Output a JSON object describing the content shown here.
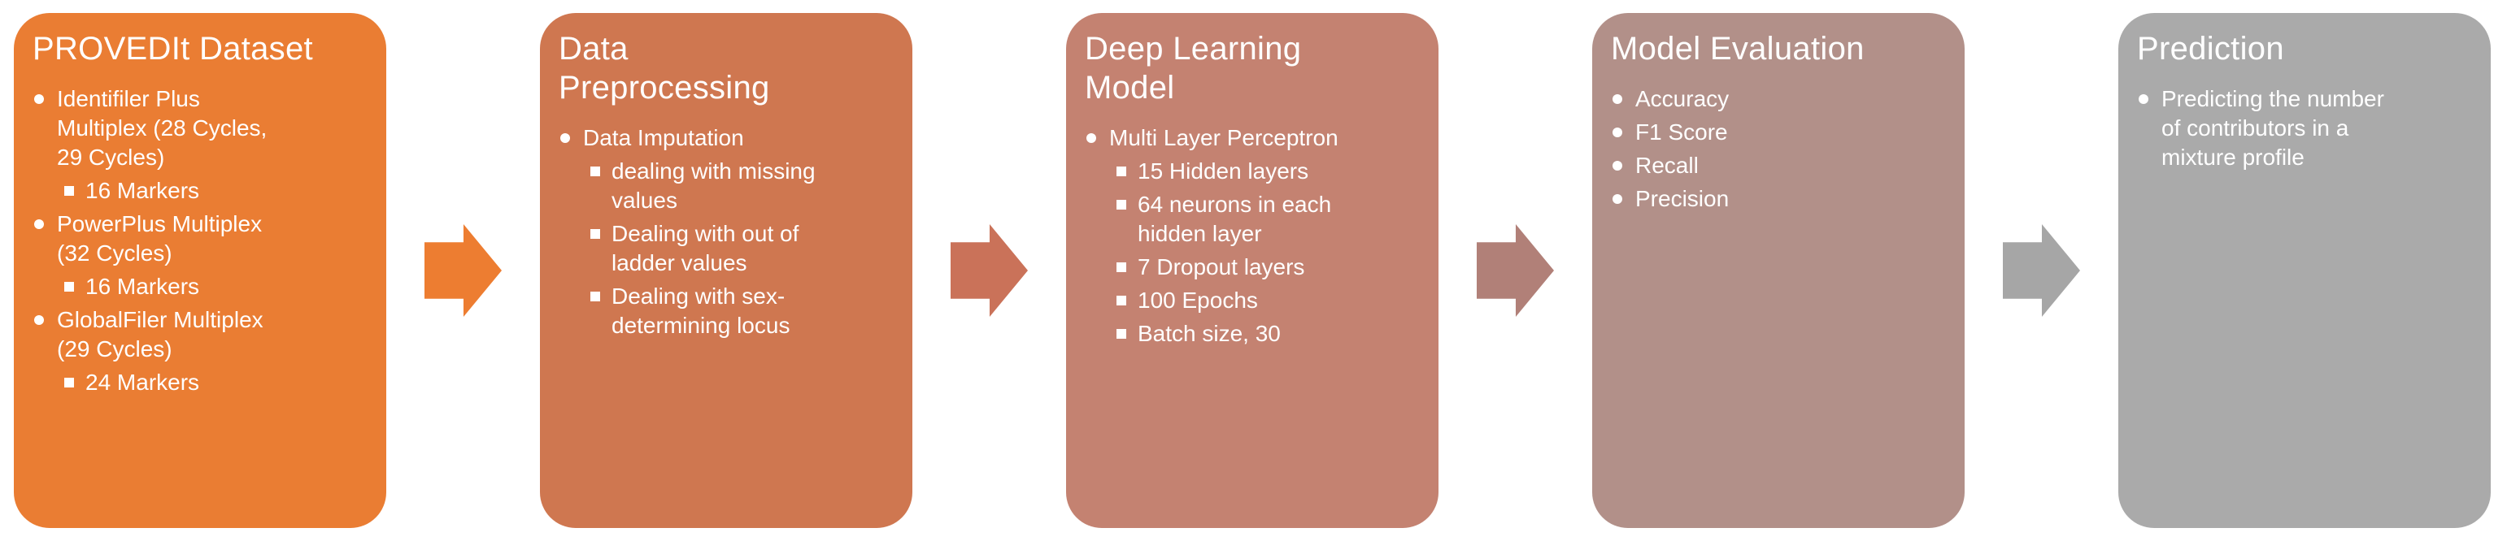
{
  "diagram": {
    "type": "process-flow",
    "background": "#ffffff",
    "text_color": "#ffffff",
    "bullet_styles": {
      "level1": "dot",
      "level2": "square"
    },
    "steps": [
      {
        "title": "PROVEDIt Dataset",
        "color": "#EA7D33",
        "items": [
          {
            "level": 1,
            "text": "Identifiler Plus\nMultiplex (28 Cycles,\n29 Cycles)"
          },
          {
            "level": 2,
            "text": "16 Markers"
          },
          {
            "level": 1,
            "text": "PowerPlus Multiplex\n(32 Cycles)"
          },
          {
            "level": 2,
            "text": "16 Markers"
          },
          {
            "level": 1,
            "text": "GlobalFiler Multiplex\n(29 Cycles)"
          },
          {
            "level": 2,
            "text": "24 Markers"
          }
        ]
      },
      {
        "title": "Data\nPreprocessing",
        "color": "#CF7750",
        "items": [
          {
            "level": 1,
            "text": "Data Imputation"
          },
          {
            "level": 2,
            "text": "dealing with missing\nvalues"
          },
          {
            "level": 2,
            "text": "Dealing with out of\nladder values"
          },
          {
            "level": 2,
            "text": "Dealing with sex-\ndetermining locus"
          }
        ]
      },
      {
        "title": "Deep Learning\nModel",
        "color": "#C48271",
        "items": [
          {
            "level": 1,
            "text": "Multi Layer Perceptron"
          },
          {
            "level": 2,
            "text": "15 Hidden layers"
          },
          {
            "level": 2,
            "text": "64 neurons in each\nhidden layer"
          },
          {
            "level": 2,
            "text": "7 Dropout layers"
          },
          {
            "level": 2,
            "text": "100 Epochs"
          },
          {
            "level": 2,
            "text": "Batch size, 30"
          }
        ]
      },
      {
        "title": "Model Evaluation",
        "color": "#B29089",
        "items": [
          {
            "level": 1,
            "text": "Accuracy"
          },
          {
            "level": 1,
            "text": "F1 Score"
          },
          {
            "level": 1,
            "text": "Recall"
          },
          {
            "level": 1,
            "text": "Precision"
          }
        ]
      },
      {
        "title": "Prediction",
        "color": "#AAAAAA",
        "items": [
          {
            "level": 1,
            "text": "Predicting the number\nof contributors in a\nmixture profile"
          }
        ]
      }
    ],
    "arrows": [
      {
        "color": "#ED7D31"
      },
      {
        "color": "#CA7259"
      },
      {
        "color": "#B18078"
      },
      {
        "color": "#A6A6A6"
      }
    ]
  }
}
